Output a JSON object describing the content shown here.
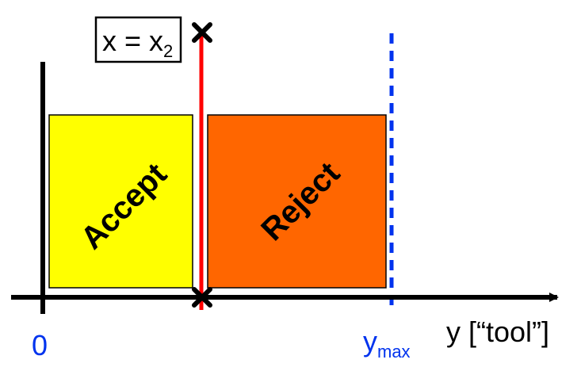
{
  "condition_box": {
    "text": "x = x",
    "subscript": "2"
  },
  "regions": {
    "accept": {
      "label": "Accept",
      "color": "#ffff00"
    },
    "reject": {
      "label": "Reject",
      "color": "#ff6600"
    }
  },
  "axis": {
    "origin_label": "0",
    "ymax_label": "y",
    "ymax_subscript": "max",
    "y_label": "y [“tool”]"
  },
  "colors": {
    "threshold_line": "#ff0000",
    "ymax_line": "#0033ee",
    "axis": "#000000",
    "origin_label": "#0033ee",
    "ymax_label": "#0033ee"
  },
  "icons": {
    "top_marker": "cross-icon",
    "bottom_marker": "cross-icon"
  }
}
